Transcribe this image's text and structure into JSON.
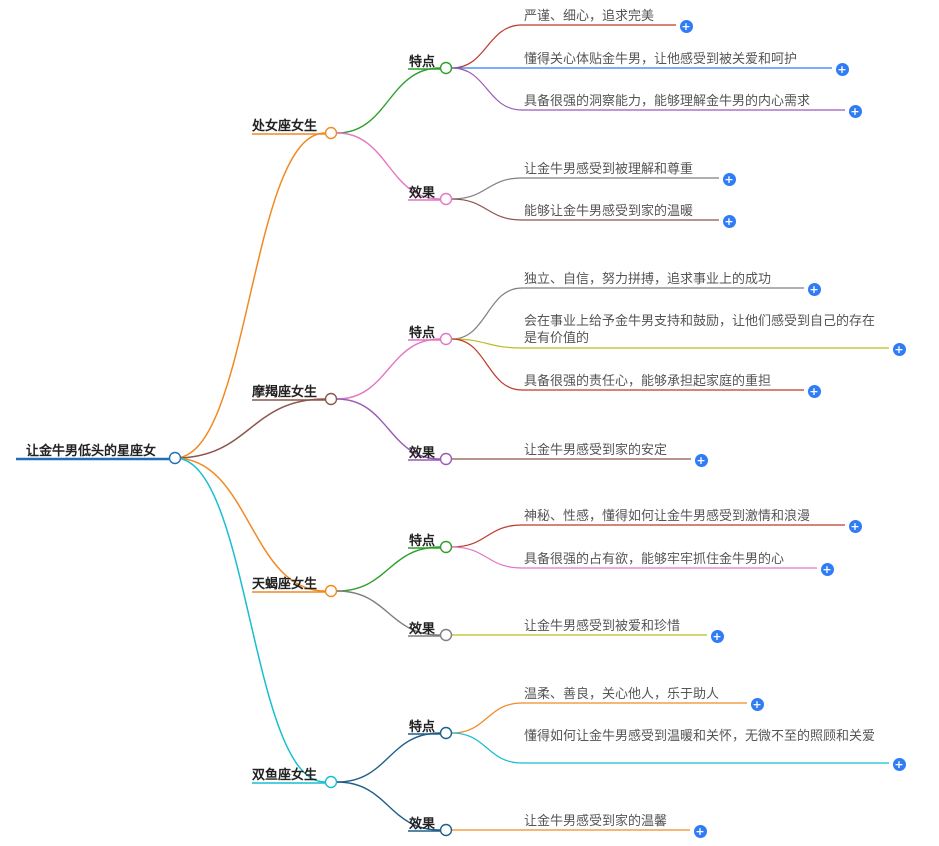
{
  "root": {
    "label": "让金牛男低头的星座女",
    "color": "#1f6fb5"
  },
  "branches": [
    {
      "label": "处女座女生",
      "color": "#f08a24",
      "groups": [
        {
          "label": "特点",
          "color": "#2ca02c",
          "leaves": [
            {
              "text": "严谨、细心，追求完美",
              "color": "#c0392b"
            },
            {
              "text": "懂得关心体贴金牛男，让他感受到被关爱和呵护",
              "color": "#2f7cf6"
            },
            {
              "text": "具备很强的洞察能力，能够理解金牛男的内心需求",
              "color": "#9b59b6"
            }
          ]
        },
        {
          "label": "效果",
          "color": "#e377c2",
          "leaves": [
            {
              "text": "让金牛男感受到被理解和尊重",
              "color": "#7f7f7f"
            },
            {
              "text": "能够让金牛男感受到家的温暖",
              "color": "#8c564b"
            }
          ]
        }
      ]
    },
    {
      "label": "摩羯座女生",
      "color": "#8c564b",
      "groups": [
        {
          "label": "特点",
          "color": "#e377c2",
          "leaves": [
            {
              "text": "独立、自信，努力拼搏，追求事业上的成功",
              "color": "#7f7f7f"
            },
            {
              "text": "会在事业上给予金牛男支持和鼓励，让他们感受到自己的存在是有价值的",
              "color": "#bcbd22"
            },
            {
              "text": "具备很强的责任心，能够承担起家庭的重担",
              "color": "#c0392b"
            }
          ]
        },
        {
          "label": "效果",
          "color": "#9b59b6",
          "leaves": [
            {
              "text": "让金牛男感受到家的安定",
              "color": "#8c564b"
            }
          ]
        }
      ]
    },
    {
      "label": "天蝎座女生",
      "color": "#f08a24",
      "groups": [
        {
          "label": "特点",
          "color": "#2ca02c",
          "leaves": [
            {
              "text": "神秘、性感，懂得如何让金牛男感受到激情和浪漫",
              "color": "#c0392b"
            },
            {
              "text": "具备很强的占有欲，能够牢牢抓住金牛男的心",
              "color": "#e377c2"
            }
          ]
        },
        {
          "label": "效果",
          "color": "#7f7f7f",
          "leaves": [
            {
              "text": "让金牛男感受到被爱和珍惜",
              "color": "#bcbd22"
            }
          ]
        }
      ]
    },
    {
      "label": "双鱼座女生",
      "color": "#17becf",
      "groups": [
        {
          "label": "特点",
          "color": "#1f5f8b",
          "leaves": [
            {
              "text": "温柔、善良，关心他人，乐于助人",
              "color": "#f08a24"
            },
            {
              "text": "懂得如何让金牛男感受到温暖和关怀，无微不至的照顾和关爱",
              "color": "#17becf"
            }
          ]
        },
        {
          "label": "效果",
          "color": "#1f5f8b",
          "leaves": [
            {
              "text": "让金牛男感受到家的温馨",
              "color": "#f08a24"
            }
          ]
        }
      ]
    }
  ]
}
